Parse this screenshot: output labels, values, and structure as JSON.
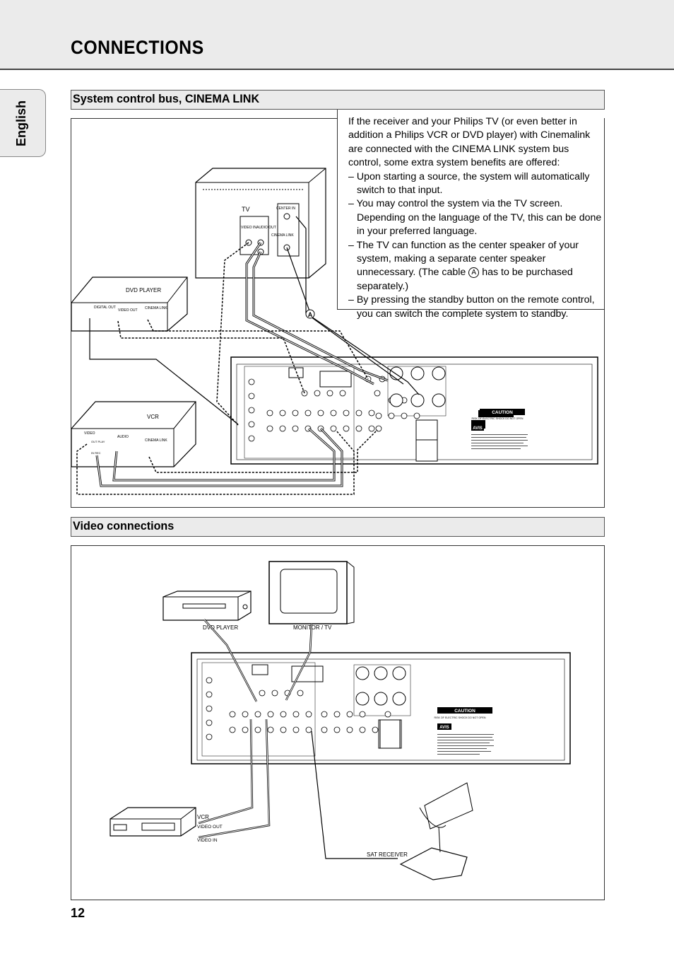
{
  "header": {
    "title": "CONNECTIONS"
  },
  "language_tab": {
    "label": "English"
  },
  "section1": {
    "title": "System control bus, CINEMA LINK",
    "intro": "If the receiver and your Philips TV (or even better in addition a Philips VCR or DVD player) with Cinemalink are connected with the CINEMA LINK system bus control, some extra system benefits are offered:",
    "bullet1": "– Upon starting a source, the system will automatically switch to that input.",
    "bullet2": "– You may control the system via the TV screen. Depending on the language of the TV, this can be done in your preferred language.",
    "bullet3_a": "– The TV can function as the center speaker of your system, making a separate center speaker unnecessary. (The cable ",
    "bullet3_b": " has to be purchased separately.)",
    "cable_marker": "A",
    "bullet4": "– By pressing the standby button on the remote control, you can switch the complete system to standby."
  },
  "diagram1": {
    "tv_label": "TV",
    "tv_video_in": "VIDEO IN",
    "tv_audio_out": "AUDIO OUT",
    "tv_center_in": "CENTER IN",
    "tv_cinema_link": "CINEMA LINK",
    "dvd_label": "DVD PLAYER",
    "dvd_digital_out": "DIGITAL OUT",
    "dvd_video_out": "VIDEO OUT",
    "dvd_cinema_link": "CINEMA LINK",
    "vcr_label": "VCR",
    "vcr_video": "VIDEO",
    "vcr_audio": "AUDIO",
    "vcr_cinema_link": "CINEMA LINK",
    "vcr_out_play": "OUT PLAY",
    "vcr_in_rec": "IN REC",
    "cable_a": "A",
    "caution": "CAUTION",
    "caution_text": "RISK OF ELECTRIC SHOCK DO NOT OPEN",
    "avis": "AVIS"
  },
  "section2": {
    "title": "Video connections"
  },
  "diagram2": {
    "dvd_label": "DVD PLAYER",
    "monitor_label": "MONITOR / TV",
    "vcr_label": "VCR",
    "vcr_video_out": "VIDEO OUT",
    "vcr_video_in": "VIDEO IN",
    "sat_label": "SAT RECEIVER",
    "caution": "CAUTION",
    "caution_text": "RISK OF ELECTRIC SHOCK DO NOT OPEN",
    "avis": "AVIS"
  },
  "footer": {
    "page_number": "12"
  }
}
